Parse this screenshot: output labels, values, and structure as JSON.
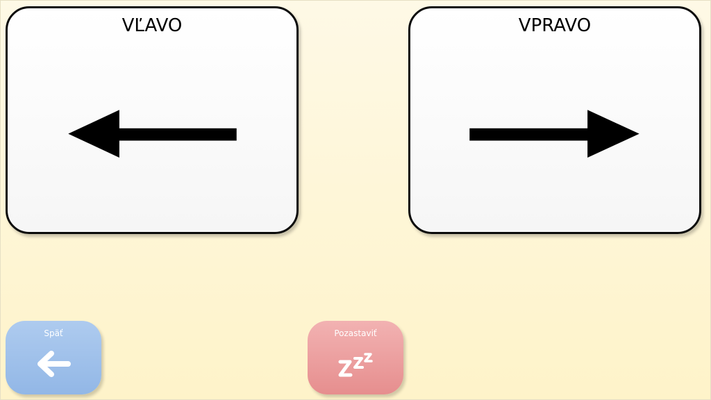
{
  "choices": {
    "left": {
      "label": "VĽAVO",
      "icon": "arrow-left-icon"
    },
    "right": {
      "label": "VPRAVO",
      "icon": "arrow-right-icon"
    }
  },
  "controls": {
    "back": {
      "label": "Späť",
      "icon": "arrow-left-icon",
      "color": "#a3c3ec"
    },
    "pause": {
      "label": "Pozastaviť",
      "icon": "sleep-zzz-icon",
      "color": "#eea0a0"
    }
  },
  "colors": {
    "background": "#fef6d8",
    "card_border": "#0a0a0a",
    "arrow": "#000000"
  }
}
